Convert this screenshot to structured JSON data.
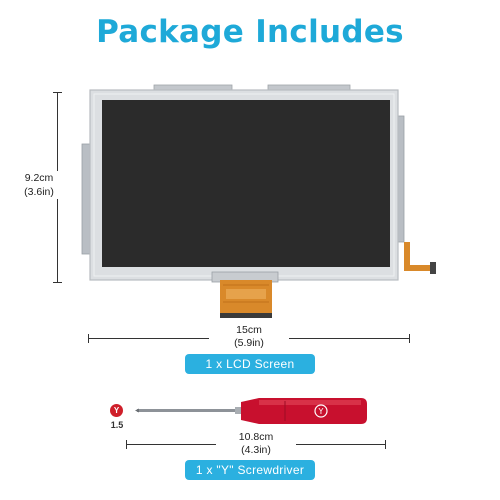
{
  "title": "Package Includes",
  "lcd": {
    "height_cm": "9.2cm",
    "height_in": "(3.6in)",
    "width_cm": "15cm",
    "width_in": "(5.9in)",
    "label": "1 x LCD Screen"
  },
  "screwdriver": {
    "tip_symbol": "Y",
    "tip_size": "1.5",
    "length_cm": "10.8cm",
    "length_in": "(4.3in)",
    "label": "1 x \"Y\" Screwdriver"
  },
  "colors": {
    "accent": "#1ea9d8",
    "handle": "#c8102e",
    "screen": "#2b2b2b",
    "bezel": "#dcdfe2",
    "ribbon": "#d9892a"
  }
}
